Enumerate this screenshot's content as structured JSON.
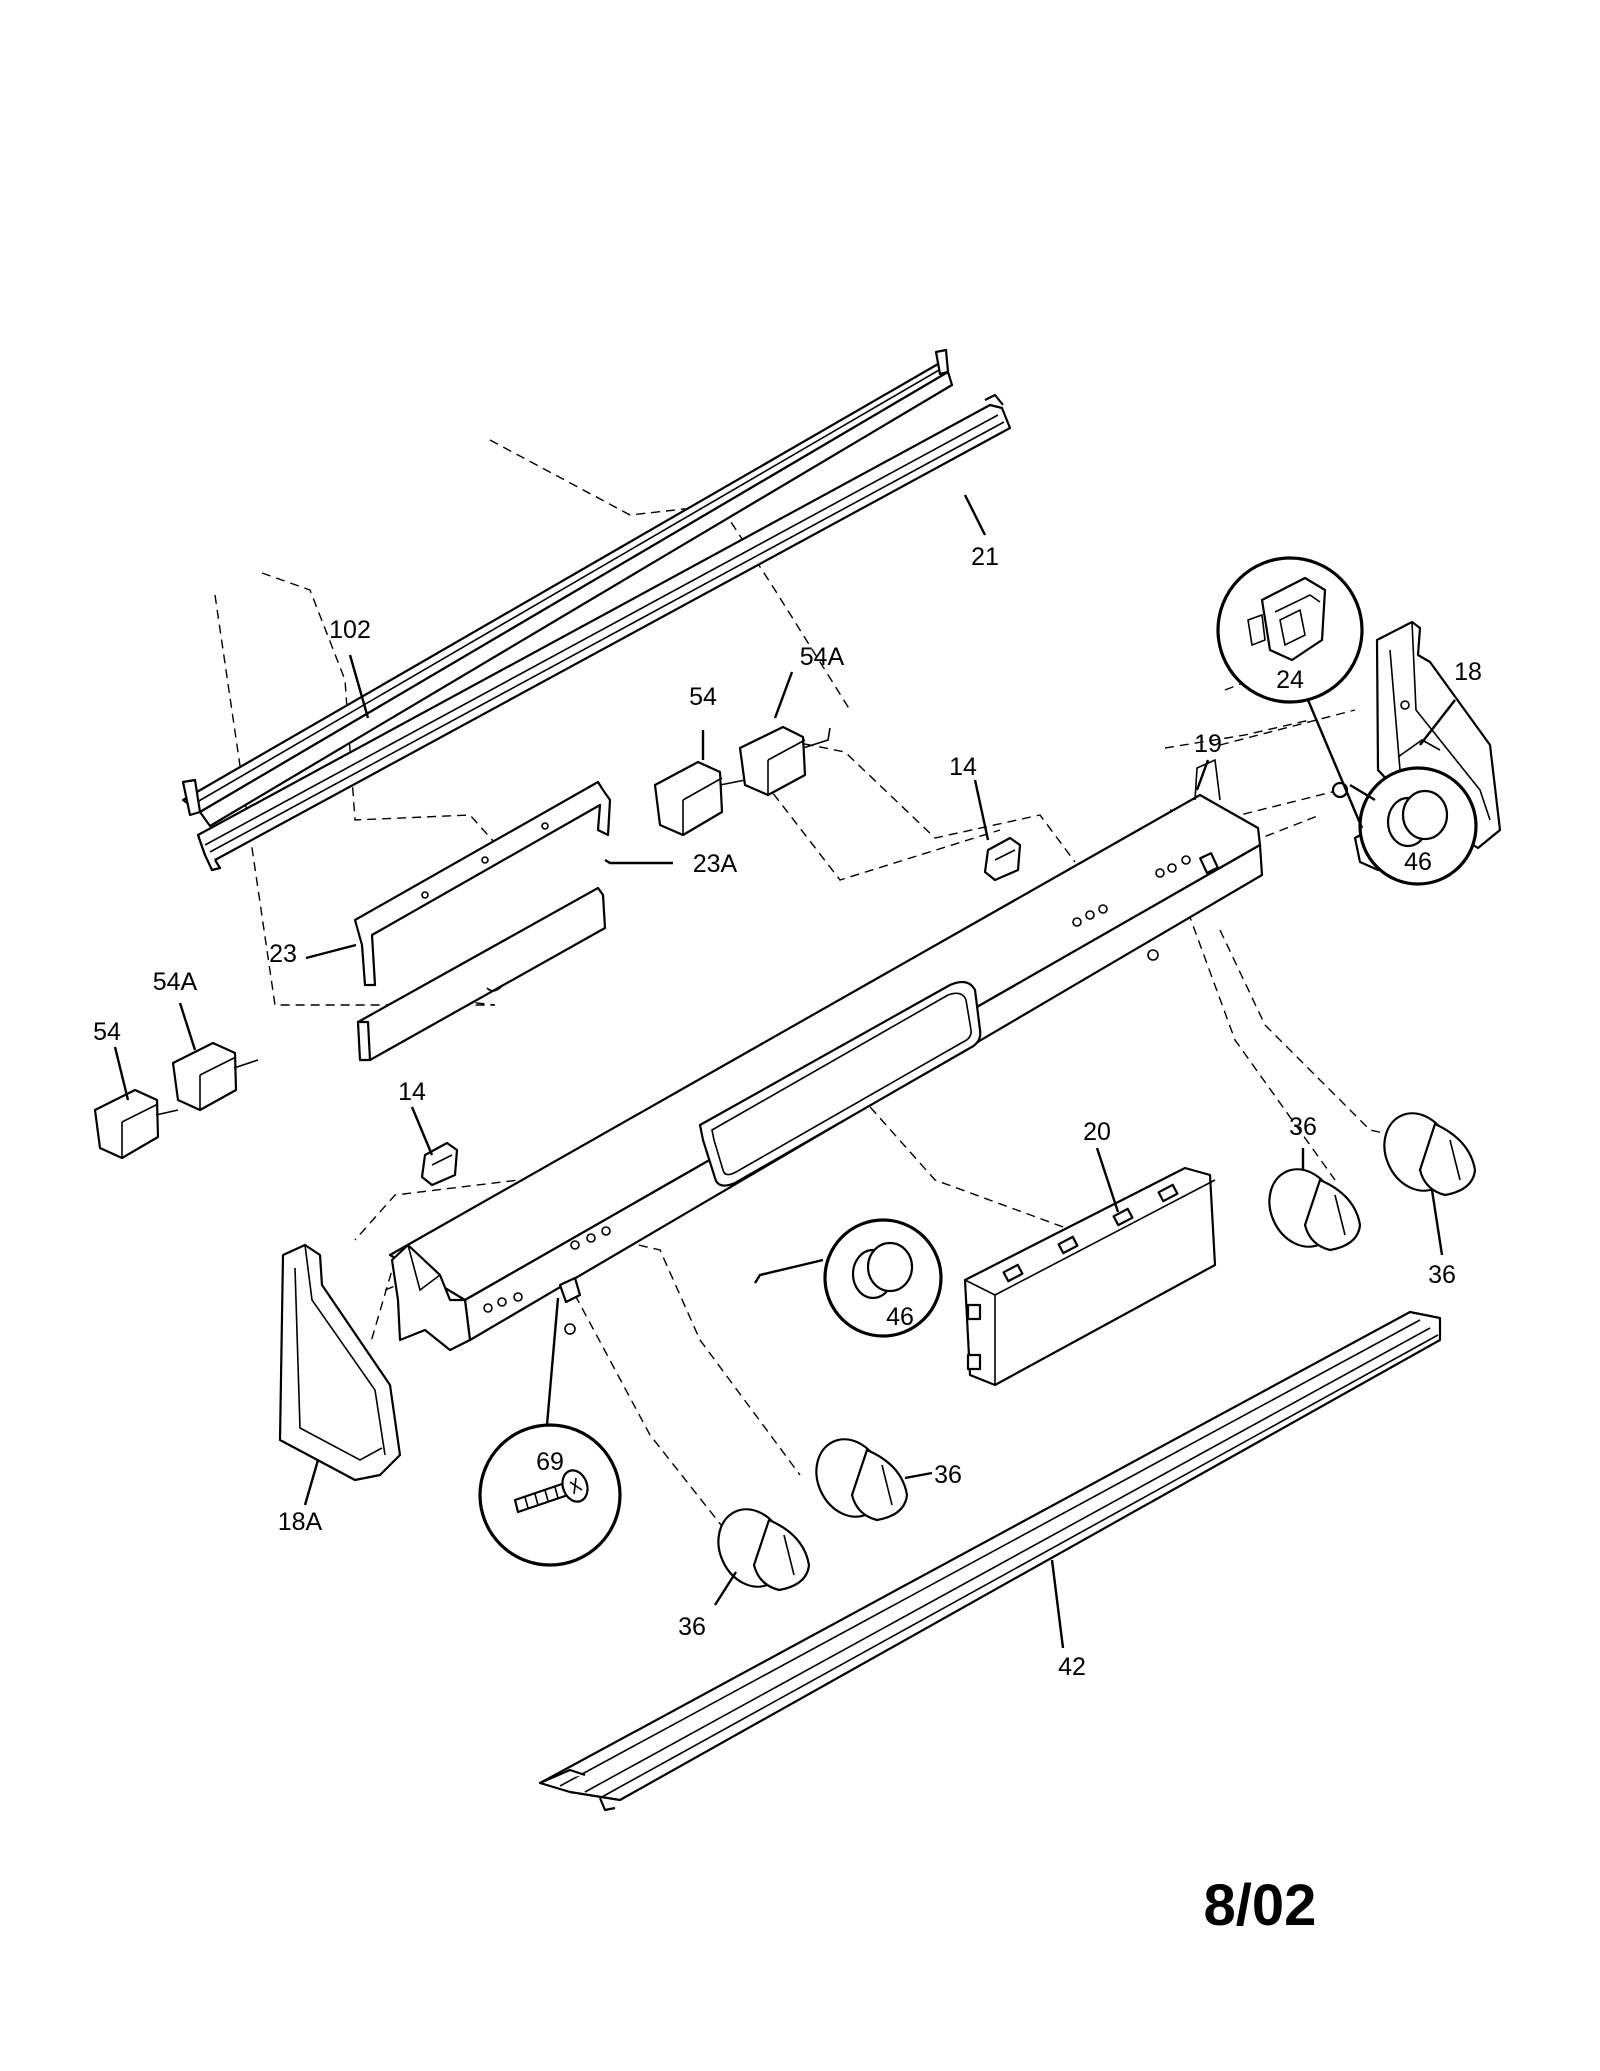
{
  "diagram": {
    "callouts": {
      "c102": "102",
      "c21": "21",
      "c54a_top": "54A",
      "c54_top": "54",
      "c14_top": "14",
      "c19": "19",
      "c18": "18",
      "c24": "24",
      "c23a": "23A",
      "c23": "23",
      "c54a_left": "54A",
      "c54_left": "54",
      "c14_left": "14",
      "c46_right": "46",
      "c20": "20",
      "c36_a": "36",
      "c36_b": "36",
      "c46_center": "46",
      "c69": "69",
      "c36_c": "36",
      "c18a": "18A",
      "c36_d": "36",
      "c42": "42"
    },
    "date_code": "8/02"
  }
}
